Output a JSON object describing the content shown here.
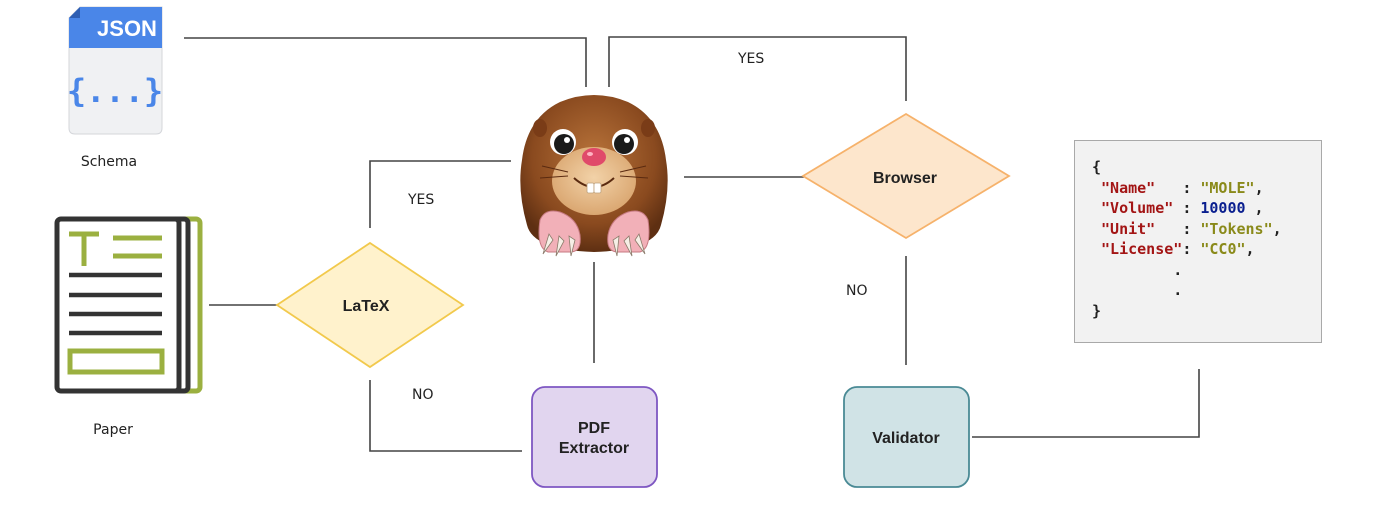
{
  "nodes": {
    "schema_icon_text": "JSON",
    "schema_braces": "{...}",
    "schema_label": "Schema",
    "paper_label": "Paper",
    "latex": "LaTeX",
    "browser": "Browser",
    "pdf_extractor_line1": "PDF",
    "pdf_extractor_line2": "Extractor",
    "validator": "Validator"
  },
  "edges": {
    "latex_yes": "YES",
    "latex_no": "NO",
    "browser_yes": "YES",
    "browser_no": "NO"
  },
  "output_json": {
    "open": "{",
    "fields": [
      {
        "key": "\"Name\"",
        "pad": "   ",
        "value": "\"MOLE\"",
        "value_type": "string",
        "tail": ","
      },
      {
        "key": "\"Volume\"",
        "pad": " ",
        "value": "10000",
        "value_type": "number",
        "tail": " ,"
      },
      {
        "key": "\"Unit\"",
        "pad": "   ",
        "value": "\"Tokens\"",
        "value_type": "string",
        "tail": ","
      },
      {
        "key": "\"License\"",
        "pad": "",
        "value": "\"CC0\"",
        "value_type": "string",
        "tail": ","
      }
    ],
    "dot1": ".",
    "dot2": ".",
    "close": "}"
  },
  "colors": {
    "diamond_fill_latex": "#fff2cc",
    "diamond_stroke_latex": "#f2c94c",
    "diamond_fill_browser": "#fde6cc",
    "diamond_stroke_browser": "#f6b26b",
    "pdf_fill": "#e1d5ef",
    "pdf_stroke": "#7e57c2",
    "validator_fill": "#d0e3e6",
    "validator_stroke": "#4a8a95",
    "json_icon_blue": "#4a86e8",
    "paper_green": "#9bb040",
    "line": "#444444"
  }
}
